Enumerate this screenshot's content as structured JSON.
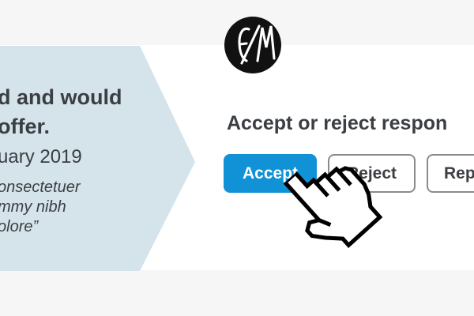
{
  "brand": {
    "monogram": "GM",
    "logo_icon": "gm-monogram-logo-icon",
    "circle_color": "#111111"
  },
  "callout": {
    "bold_lines": [
      "d and would",
      "offer."
    ],
    "date_line": "uary 2019",
    "quote_lines": [
      "onsectetuer",
      "mmy nibh",
      "olore”"
    ],
    "arrow_color": "#d5e3eb"
  },
  "main": {
    "heading": "Accept or reject respon",
    "buttons": [
      {
        "label": "Accept",
        "style": "primary"
      },
      {
        "label": "Reject",
        "style": "outline"
      },
      {
        "label": "Rep",
        "style": "outline"
      }
    ]
  },
  "cursor": {
    "icon": "hand-pointer-cursor-icon"
  },
  "colors": {
    "accent_blue": "#1191d6",
    "band_gray": "#f6f6f6",
    "button_border": "#8b8b8b",
    "text_dark": "#3b3e42"
  }
}
